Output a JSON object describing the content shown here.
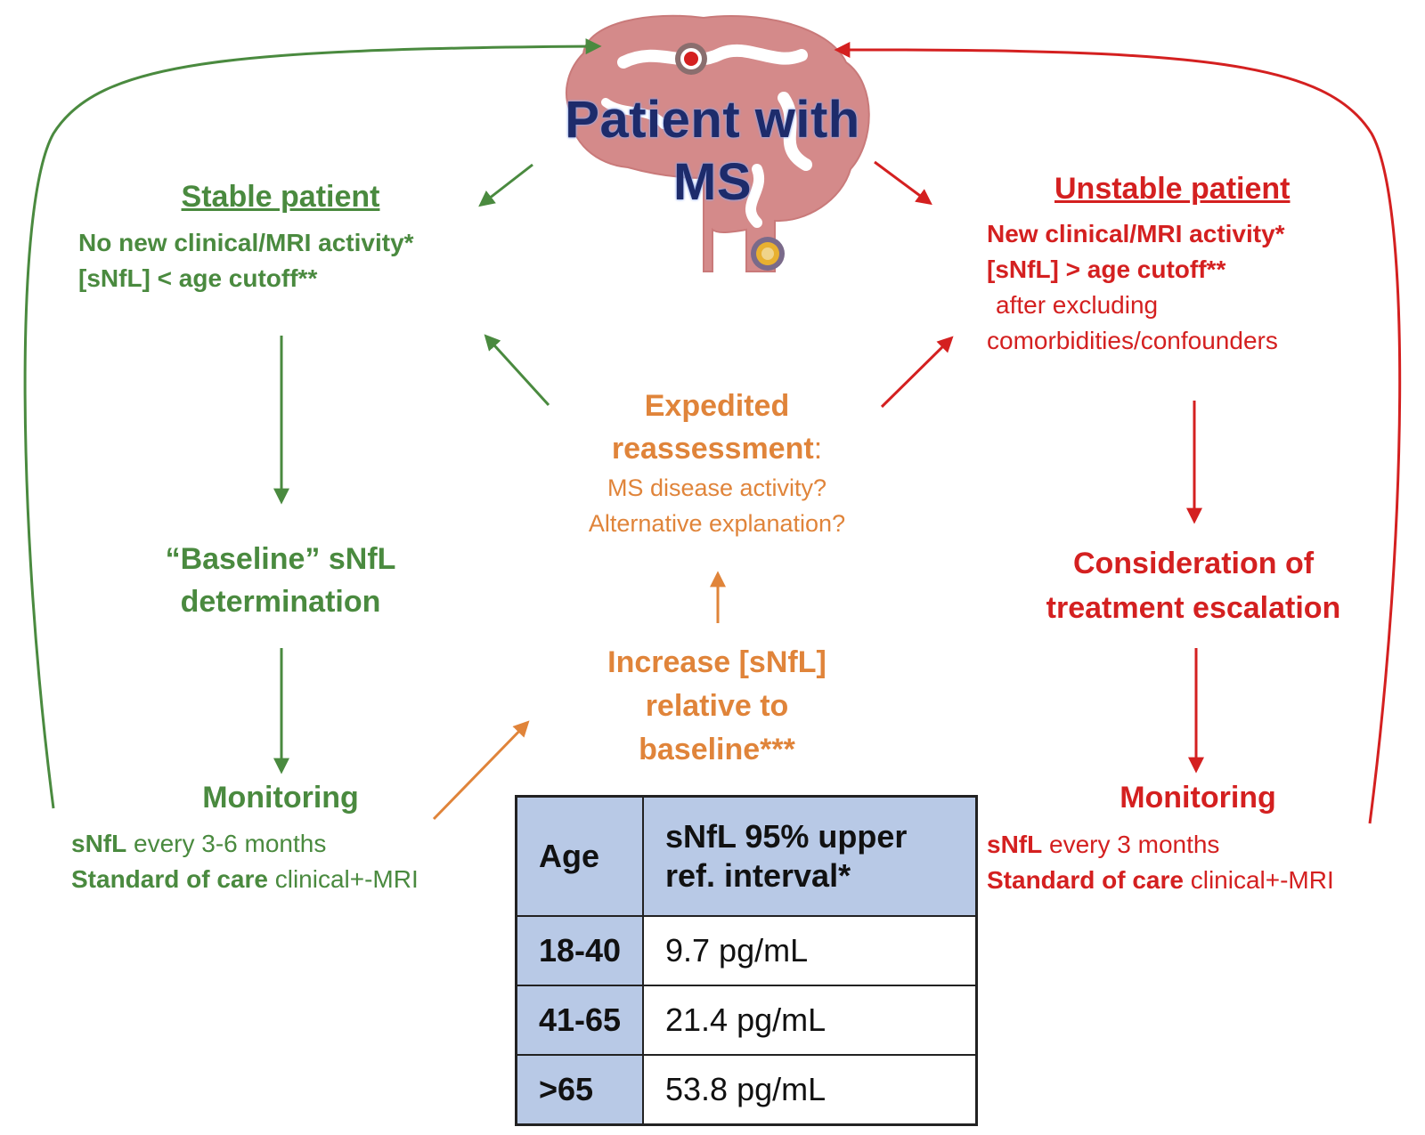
{
  "center": {
    "title_line1": "Patient with",
    "title_line2": "MS"
  },
  "stable": {
    "title": "Stable patient",
    "line1": "No new clinical/MRI activity*",
    "line2": "[sNfL] < age cutoff**"
  },
  "unstable": {
    "title": "Unstable patient",
    "line1": "New clinical/MRI activity*",
    "line2": "[sNfL] > age cutoff**",
    "line3": "after excluding",
    "line4": "comorbidities/confounders"
  },
  "baseline": {
    "line1": "“Baseline” sNfL",
    "line2": "determination"
  },
  "monitoring_left": {
    "title": "Monitoring",
    "l1_bold": "sNfL",
    "l1_rest": " every 3-6 months",
    "l2_bold": "Standard of care",
    "l2_rest": " clinical+-MRI"
  },
  "expedited": {
    "line1": "Expedited",
    "line2_bold": "reassessment",
    "line2_rest": ":",
    "line3": "MS disease activity?",
    "line4": "Alternative explanation?"
  },
  "increase": {
    "line1": "Increase [sNfL]",
    "line2": "relative to",
    "line3": "baseline***"
  },
  "escalation": {
    "line1": "Consideration of",
    "line2": "treatment escalation"
  },
  "monitoring_right": {
    "title": "Monitoring",
    "l1_bold": "sNfL",
    "l1_rest": " every 3 months",
    "l2_bold": "Standard of care",
    "l2_rest": " clinical+-MRI"
  },
  "table": {
    "header_age": "Age",
    "header_value_line1": "sNfL 95% upper",
    "header_value_line2": "ref. interval*",
    "rows": [
      {
        "age": "18-40",
        "value": "9.7 pg/mL"
      },
      {
        "age": "41-65",
        "value": "21.4 pg/mL"
      },
      {
        "age": ">65",
        "value": "53.8 pg/mL"
      }
    ]
  },
  "colors": {
    "green": "#4a8a3f",
    "red": "#d42020",
    "orange": "#e0843a",
    "brain": "#d48a8a",
    "title_text": "#1d2b6b",
    "table_header": "#b8c9e6"
  },
  "icons": [
    "brain-icon",
    "target-icon-red",
    "target-icon-yellow"
  ]
}
